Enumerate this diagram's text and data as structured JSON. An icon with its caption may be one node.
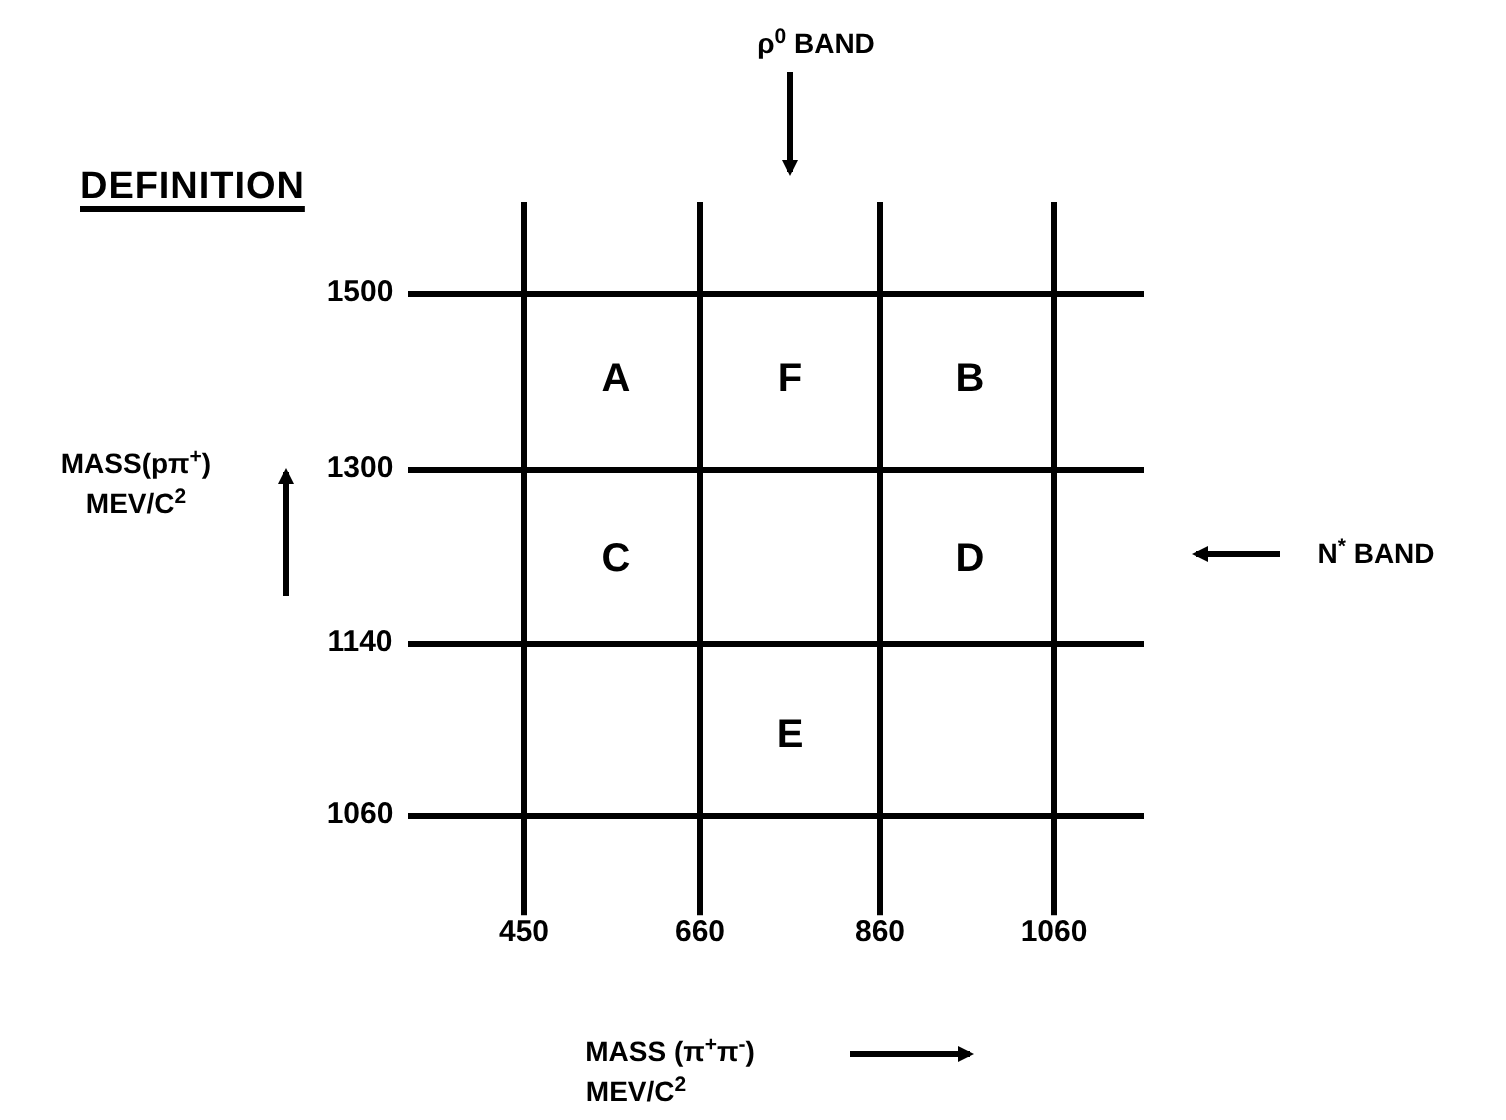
{
  "diagram": {
    "title": "DEFINITION",
    "nodes": [
      {
        "text": [
          "ρ$^{0}$ BAND"
        ]
      },
      {
        "text": [
          "N$^{*}$ BAND"
        ]
      }
    ],
    "edges": [
      {
        "from": 0,
        "to": null,
        "arrow": "to"
      },
      {
        "from": 1,
        "to": null,
        "arrow": "to"
      }
    ],
    "labels": [
      "1500",
      "A",
      "F",
      "B",
      "MASS(pπ$^{+}$)",
      "MEV/C$^{2}$",
      "1300",
      "C",
      "D",
      "1140",
      "E",
      "1060",
      "450",
      "660",
      "860",
      "1060",
      "MASS (π$^{+}$π$^{-}$)",
      "MEV/C$^{2}$"
    ]
  }
}
